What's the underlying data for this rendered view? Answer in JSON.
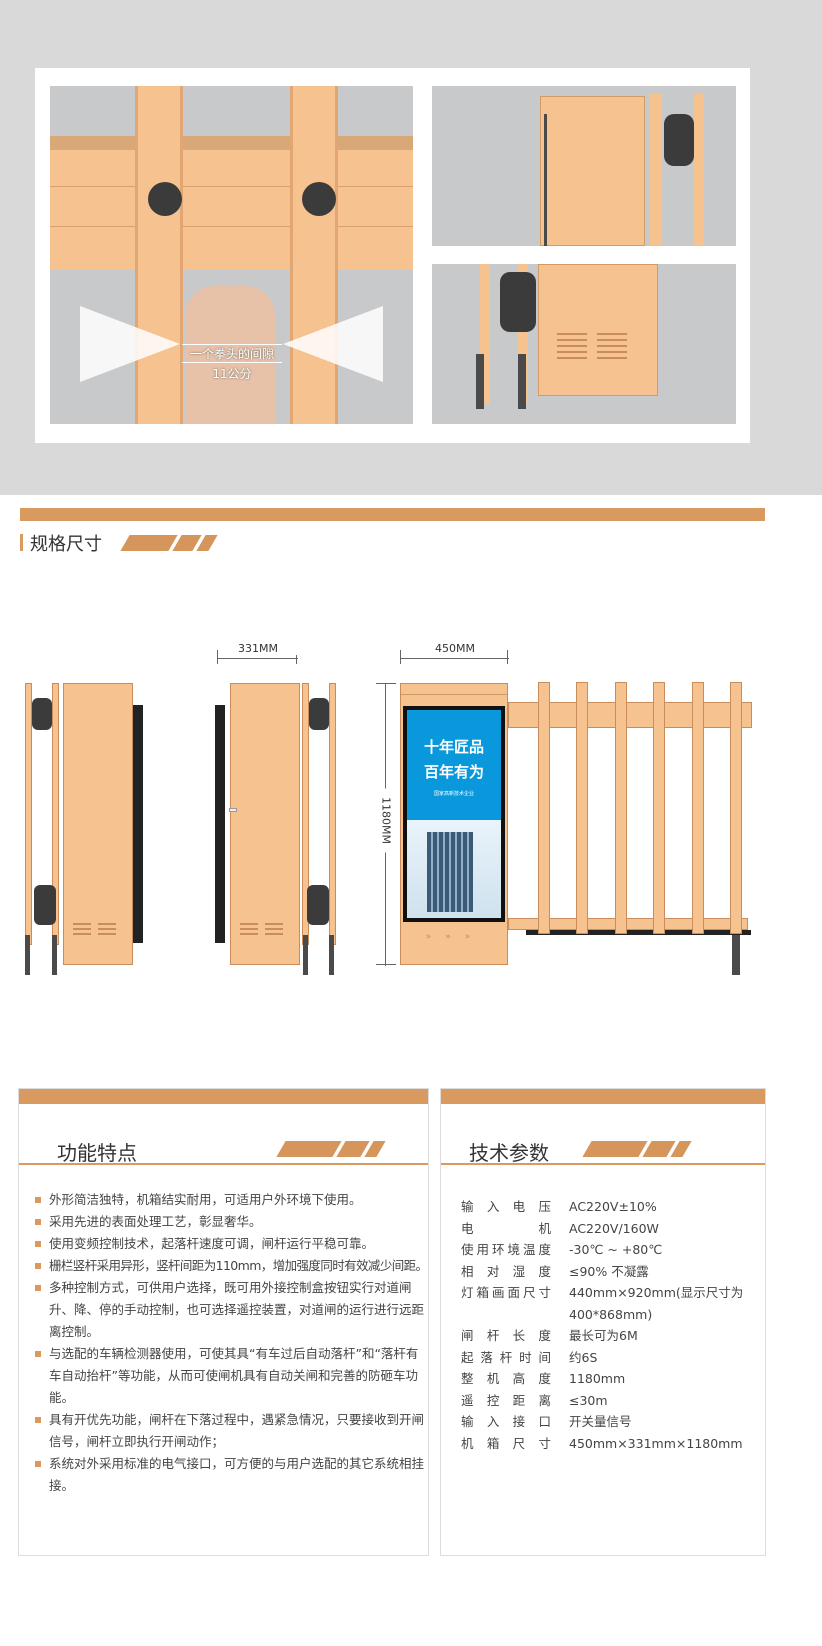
{
  "top_photos": {
    "gap_label": "一个拳头的间隙",
    "gap_value": "11公分"
  },
  "spec_section": {
    "title": "规格尺寸"
  },
  "dimensions": {
    "depth": "331MM",
    "width": "450MM",
    "height": "1180MM"
  },
  "screen": {
    "line1": "十年匠品",
    "line2": "百年有为",
    "line3": "国家高新技术企业"
  },
  "features": {
    "title": "功能特点",
    "items": [
      "外形简洁独特，机箱结实耐用，可适用户外环境下使用。",
      "采用先进的表面处理工艺，彰显奢华。",
      "使用变频控制技术，起落杆速度可调，闸杆运行平稳可靠。",
      "栅栏竖杆采用异形，竖杆间距为110mm，增加强度同时有效减少间距。",
      "多种控制方式，可供用户选择，既可用外接控制盒按钮实行对道闸升、降、停的手动控制，也可选择遥控装置，对道闸的运行进行远距离控制。",
      "与选配的车辆检测器使用，可使其具“有车过后自动落杆”和“落杆有车自动抬杆”等功能，从而可使闸机具有自动关闸和完善的防砸车功能。",
      "具有开优先功能，闸杆在下落过程中，遇紧急情况，只要接收到开闸信号，闸杆立即执行开闸动作；",
      "系统对外采用标准的电气接口，可方便的与用户选配的其它系统相挂接。"
    ]
  },
  "tech": {
    "title": "技术参数",
    "rows": [
      {
        "k": "输入电压",
        "v": "AC220V±10%"
      },
      {
        "k": "电机",
        "v": "AC220V/160W"
      },
      {
        "k": "使用环境温度",
        "v": "-30℃ ~ +80℃"
      },
      {
        "k": "相对湿度",
        "v": "≤90% 不凝露"
      },
      {
        "k": "灯箱画面尺寸",
        "v": "440mm×920mm(显示尺寸为400*868mm)"
      },
      {
        "k": "闸杆长度",
        "v": "最长可为6M"
      },
      {
        "k": "起落杆时间",
        "v": "约6S"
      },
      {
        "k": "整机高度",
        "v": "1180mm"
      },
      {
        "k": "遥控距离",
        "v": "≤30m"
      },
      {
        "k": "输入接口",
        "v": "开关量信号"
      },
      {
        "k": "机箱尺寸",
        "v": "450mm×331mm×1180mm"
      }
    ]
  },
  "colors": {
    "accent": "#d89a5e",
    "body": "#f5c290",
    "screen": "#0a98dc"
  }
}
